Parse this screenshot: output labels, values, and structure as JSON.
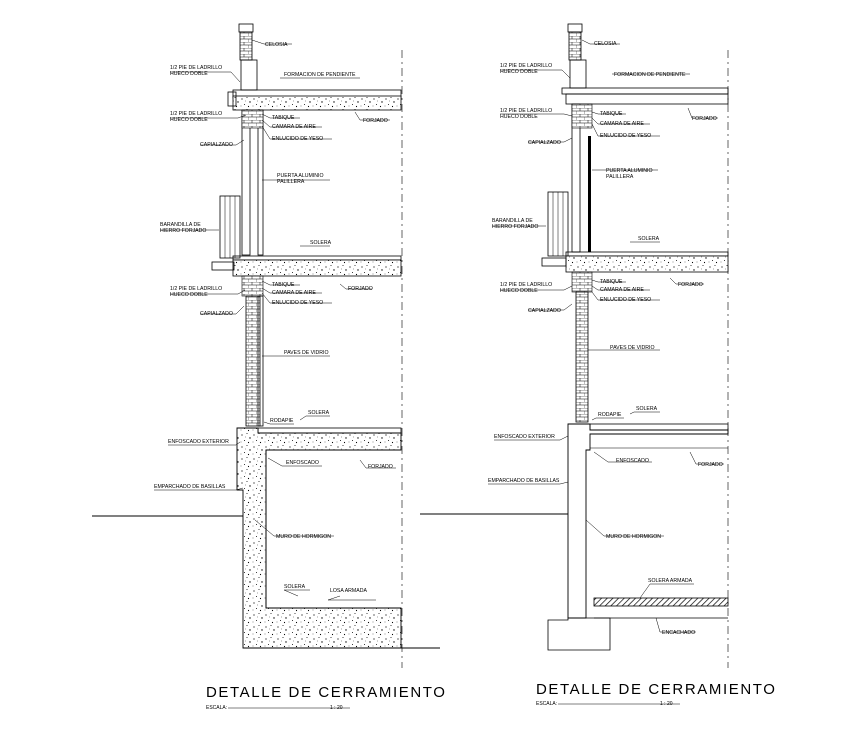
{
  "left_section": {
    "labels": {
      "celosia": "CELOSIA",
      "half_brick_top": "1/2 PIE DE LADRILLO",
      "hueco_doble_top": "HUECO DOBLE",
      "formacion_pendiente": "FORMACION DE PENDIENTE",
      "forjado_1": "FORJADO",
      "half_brick_2": "1/2 PIE DE LADRILLO",
      "hueco_doble_2": "HUECO DOBLE",
      "tabique_1": "TABIQUE",
      "camara_aire_1": "CAMARA DE AIRE",
      "enlucido_1": "ENLUCIDO DE YESO",
      "capialzado_1": "CAPIALZADO",
      "puerta": "PUERTA ALUMINIO",
      "puerta_2": "PALILLERA",
      "barandilla": "BARANDILLA DE",
      "barandilla_2": "HIERRO FORJADO",
      "solera_1": "SOLERA",
      "forjado_2": "FORJADO",
      "half_brick_3": "1/2 PIE DE LADRILLO",
      "hueco_doble_3": "HUECO DOBLE",
      "tabique_2": "TABIQUE",
      "camara_aire_2": "CAMARA DE AIRE",
      "enlucido_2": "ENLUCIDO DE YESO",
      "capialzado_2": "CAPIALZADO",
      "paves": "PAVES DE VIDRIO",
      "rodapie": "RODAPIE",
      "solera_2": "SOLERA",
      "enfoscado_ext": "ENFOSCADO EXTERIOR",
      "enfoscado": "ENFOSCADO",
      "forjado_3": "FORJADO",
      "emparchado": "EMPARCHADO DE BASILLAS",
      "muro": "MURO DE HORMIGON",
      "solera_3": "SOLERA",
      "losa": "LOSA ARMADA"
    },
    "title": "DETALLE  DE  CERRAMIENTO",
    "scale_label": "ESCALA:",
    "scale_value": "1 : 20"
  },
  "right_section": {
    "labels": {
      "celosia": "CELOSIA",
      "half_brick_top": "1/2 PIE DE LADRILLO",
      "hueco_doble_top": "HUECO DOBLE",
      "formacion_pendiente": "FORMACION DE PENDIENTE",
      "forjado_1": "FORJADO",
      "half_brick_2": "1/2 PIE DE LADRILLO",
      "hueco_doble_2": "HUECO DOBLE",
      "tabique_1": "TABIQUE",
      "camara_aire_1": "CAMARA DE AIRE",
      "enlucido_1": "ENLUCIDO DE YESO",
      "capialzado_1": "CAPIALZADO",
      "puerta": "PUERTA ALUMINIO",
      "puerta_2": "PALILLERA",
      "barandilla": "BARANDILLA DE",
      "barandilla_2": "HIERRO FORJADO",
      "solera_1": "SOLERA",
      "forjado_2": "FORJADO",
      "half_brick_3": "1/2 PIE DE LADRILLO",
      "hueco_doble_3": "HUECO DOBLE",
      "tabique_2": "TABIQUE",
      "camara_aire_2": "CAMARA DE AIRE",
      "enlucido_2": "ENLUCIDO DE YESO",
      "capialzado_2": "CAPIALZADO",
      "paves": "PAVES DE VIDRIO",
      "rodapie": "RODAPIE",
      "solera_2": "SOLERA",
      "enfoscado_ext": "ENFOSCADO EXTERIOR",
      "enfoscado": "ENFOSCADO",
      "forjado_3": "FORJADO",
      "emparchado": "EMPARCHADO DE BASILLAS",
      "muro": "MURO DE HORMIGON",
      "solera_armada": "SOLERA ARMADA",
      "encachado": "ENCACHADO"
    },
    "title": "DETALLE  DE  CERRAMIENTO",
    "scale_label": "ESCALA:",
    "scale_value": "1 : 20"
  },
  "colors": {
    "ink": "#000000",
    "paper": "#ffffff"
  }
}
